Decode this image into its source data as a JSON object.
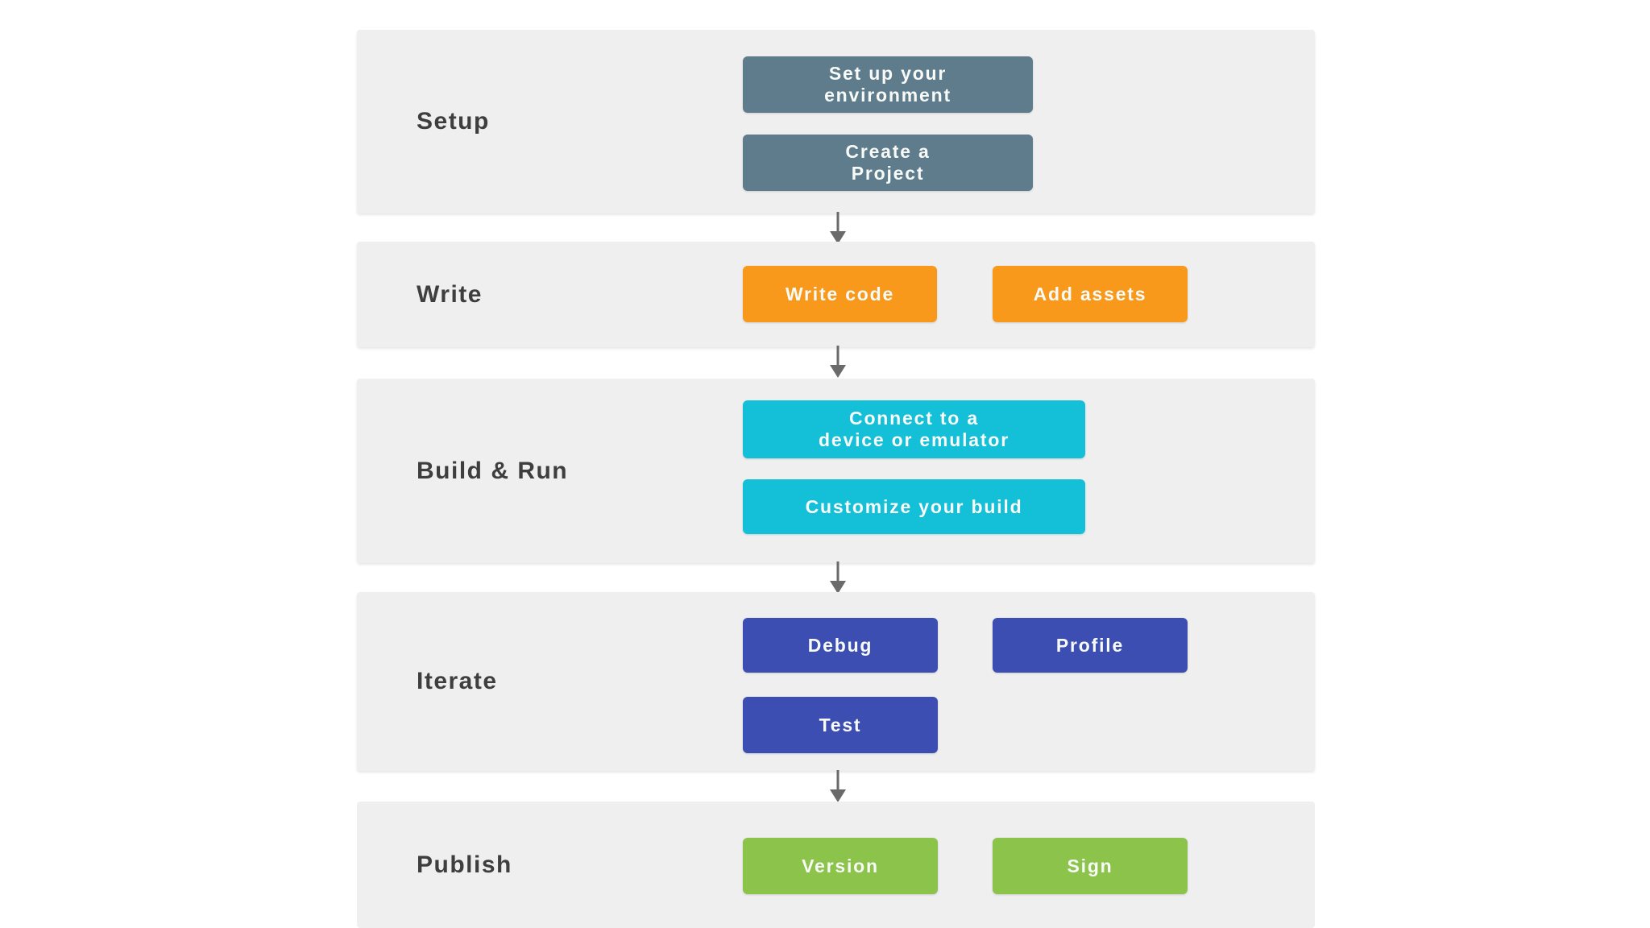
{
  "diagram": {
    "title": "development-workflow",
    "colors": {
      "band_bg": "#efefef",
      "label_text": "#3e3e3e",
      "button_text": "#f8faf7",
      "arrow": "#6a6a6a",
      "setup": "#5e7c8b",
      "write": "#f8991b",
      "build_run": "#14bfd8",
      "iterate": "#3c4eb2",
      "publish": "#8cc34b"
    },
    "sections": [
      {
        "label": "Setup",
        "color": "#5e7c8b",
        "buttons": [
          {
            "label": "Set up your\nenvironment"
          },
          {
            "label": "Create a\nProject"
          }
        ]
      },
      {
        "label": "Write",
        "color": "#f8991b",
        "buttons": [
          {
            "label": "Write code"
          },
          {
            "label": "Add assets"
          }
        ]
      },
      {
        "label": "Build & Run",
        "color": "#14bfd8",
        "buttons": [
          {
            "label": "Connect to a\ndevice or emulator"
          },
          {
            "label": "Customize your build"
          }
        ]
      },
      {
        "label": "Iterate",
        "color": "#3c4eb2",
        "buttons": [
          {
            "label": "Debug"
          },
          {
            "label": "Profile"
          },
          {
            "label": "Test"
          }
        ]
      },
      {
        "label": "Publish",
        "color": "#8cc34b",
        "buttons": [
          {
            "label": "Version"
          },
          {
            "label": "Sign"
          }
        ]
      }
    ]
  }
}
